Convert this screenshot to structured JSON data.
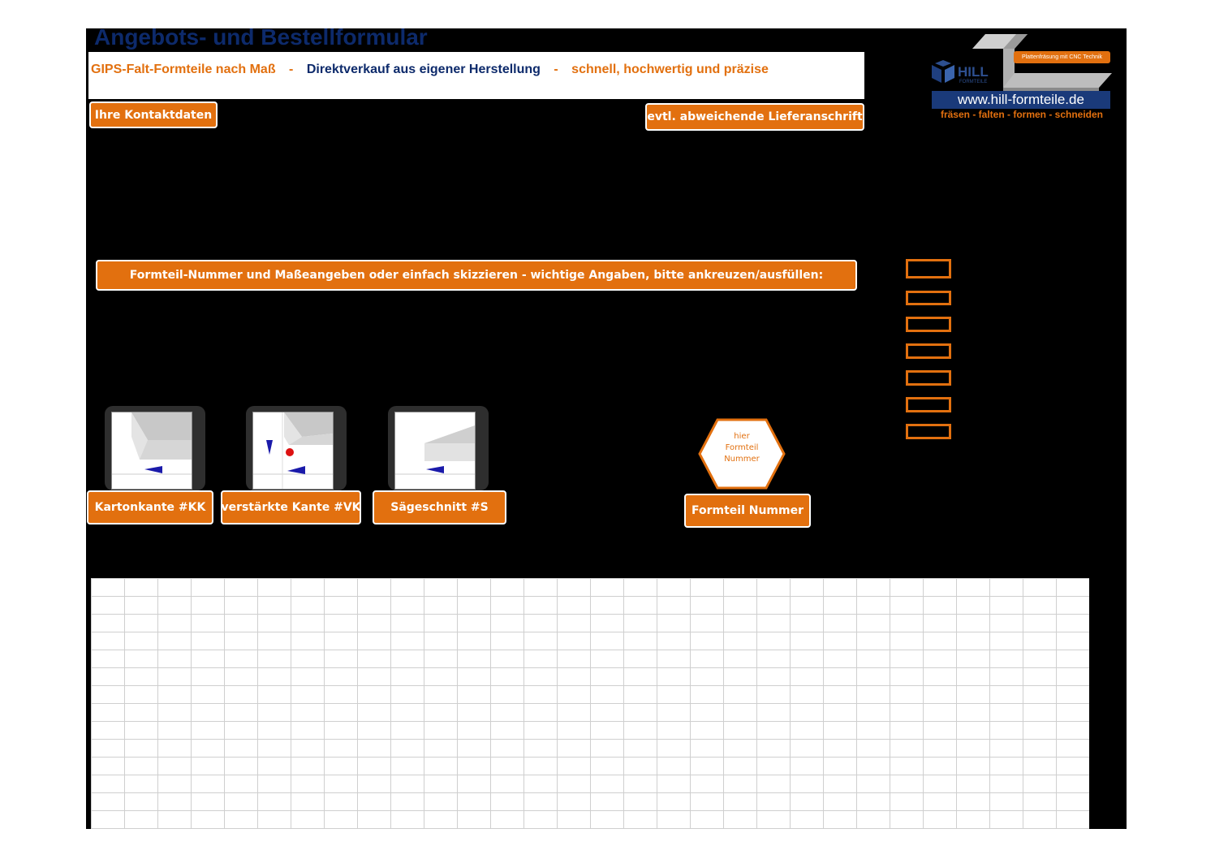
{
  "header": {
    "title": "Angebots- und Bestellformular",
    "tagline": {
      "part1": "GIPS-Falt-Formteile nach Maß",
      "sep1": "-",
      "part2": "Direktverkauf aus eigener Herstellung",
      "sep2": "-",
      "part3": "schnell, hochwertig und präzise"
    }
  },
  "logo": {
    "brand": "HILL",
    "sub": "FORMTEILE",
    "badge": "Plattenfräsung mit CNC Technik",
    "url": "www.hill-formteile.de",
    "slogan": "fräsen - falten - formen - schneiden"
  },
  "sections": {
    "contact_label": "Ihre Kontaktdaten",
    "delivery_label": "evtl. abweichende Lieferanschrift",
    "instructions_label": "Formteil-Nummer  und Maßeangeben oder einfach skizzieren - wichtige Angaben, bitte ankreuzen/ausfüllen:"
  },
  "edges": [
    {
      "label": "Kartonkante #KK"
    },
    {
      "label": "verstärkte Kante #VK"
    },
    {
      "label": "Sägeschnitt #S"
    }
  ],
  "part_number": {
    "hex_line1": "hier",
    "hex_line2": "Formteil",
    "hex_line3": "Nummer",
    "label": "Formteil Nummer"
  },
  "colors": {
    "accent": "#e2700f",
    "brand_blue": "#0d2a6b",
    "background": "#000000"
  }
}
